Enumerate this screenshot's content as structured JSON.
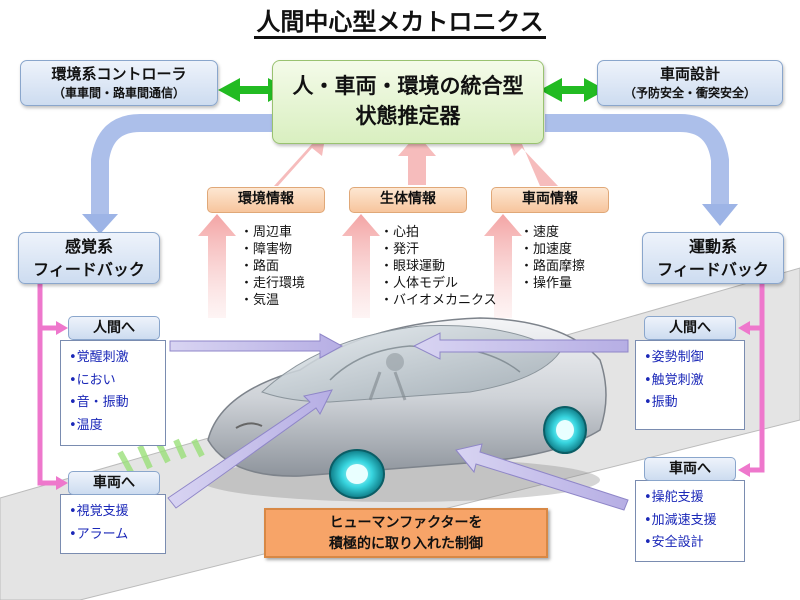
{
  "title": "人間中心型メカトロニクス",
  "env_controller": {
    "line1": "環境系コントローラ",
    "line2": "（車車間・路車間通信）"
  },
  "vehicle_design": {
    "line1": "車両設計",
    "line2": "（予防安全・衝突安全）"
  },
  "estimator": {
    "line1": "人・車両・環境の統合型",
    "line2": "状態推定器"
  },
  "info": {
    "environment": {
      "label": "環境情報",
      "items": [
        "・周辺車",
        "・障害物",
        "・路面",
        "・走行環境",
        "・気温"
      ]
    },
    "biological": {
      "label": "生体情報",
      "items": [
        "・心拍",
        "・発汗",
        "・眼球運動",
        "・人体モデル",
        "・バイオメカニクス"
      ]
    },
    "vehicle": {
      "label": "車両情報",
      "items": [
        "・速度",
        "・加速度",
        "・路面摩擦",
        "・操作量"
      ]
    }
  },
  "sensory_feedback": {
    "line1": "感覚系",
    "line2": "フィードバック"
  },
  "motor_feedback": {
    "line1": "運動系",
    "line2": "フィードバック"
  },
  "left": {
    "to_human": {
      "label": "人間へ",
      "items": [
        "•覚醒刺激",
        "•におい",
        "•音・振動",
        "•温度"
      ]
    },
    "to_vehicle": {
      "label": "車両へ",
      "items": [
        "•視覚支援",
        "•アラーム"
      ]
    }
  },
  "right": {
    "to_human": {
      "label": "人間へ",
      "items": [
        "•姿勢制御",
        "•触覚刺激",
        "•振動"
      ]
    },
    "to_vehicle": {
      "label": "車両へ",
      "items": [
        "•操舵支援",
        "•加減速支援",
        "•安全設計"
      ]
    }
  },
  "callout": {
    "line1": "ヒューマンファクターを",
    "line2": "積極的に取り入れた制御"
  },
  "colors": {
    "green_arrow": "#22bb22",
    "pink_line": "#ee77cc",
    "blue_arrow": "#9db4e6",
    "orange_box": "#f7a468"
  }
}
